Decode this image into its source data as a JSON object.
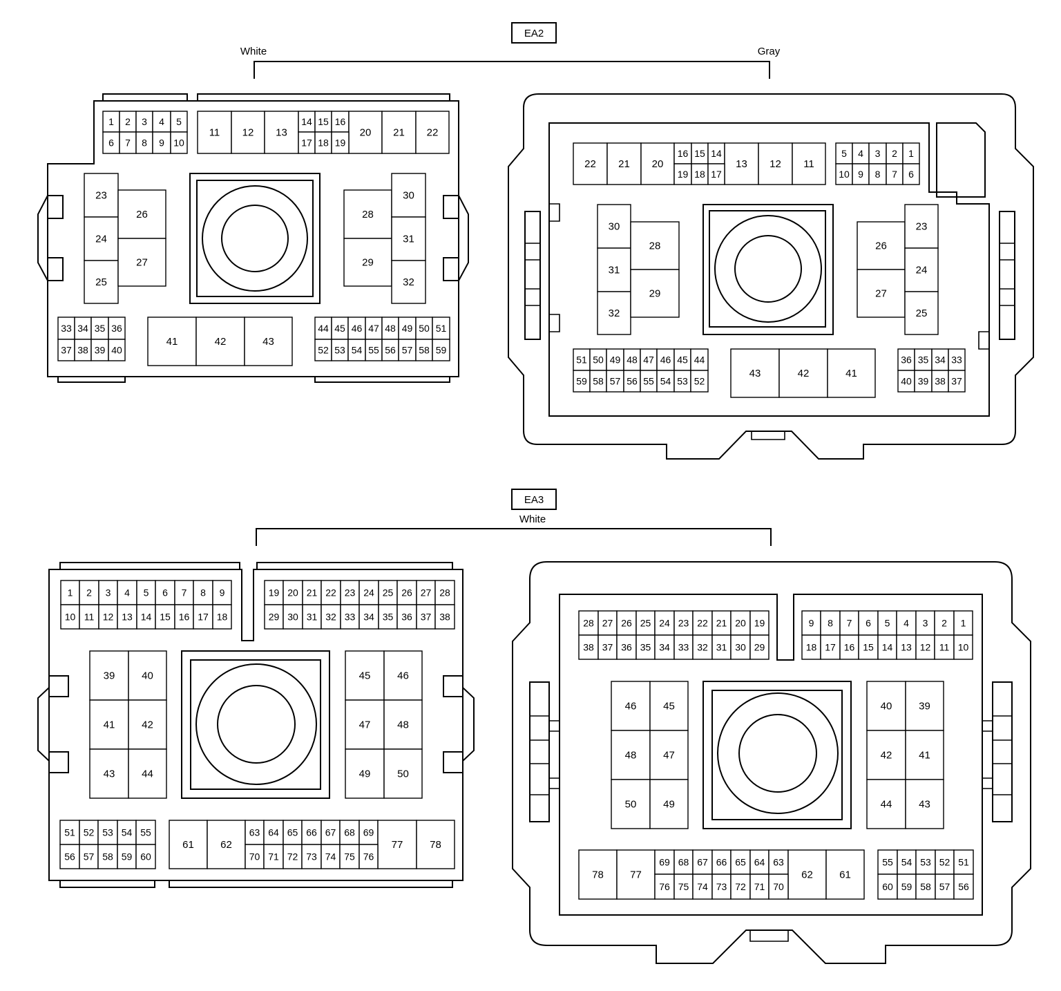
{
  "connectors": [
    {
      "code": "EA2",
      "colors": [
        "White",
        "Gray"
      ],
      "views": [
        {
          "side": "left",
          "rows": [
            [
              "1",
              "2",
              "3",
              "4",
              "5"
            ],
            [
              "6",
              "7",
              "8",
              "9",
              "10"
            ],
            [
              "11",
              "12",
              "13",
              "14",
              "15",
              "16",
              "20",
              "21",
              "22"
            ],
            [
              "17",
              "18",
              "19"
            ],
            [
              "23",
              "24",
              "25"
            ],
            [
              "26",
              "27"
            ],
            [
              "28",
              "29"
            ],
            [
              "30",
              "31",
              "32"
            ],
            [
              "33",
              "34",
              "35",
              "36"
            ],
            [
              "37",
              "38",
              "39",
              "40"
            ],
            [
              "41",
              "42",
              "43"
            ],
            [
              "44",
              "45",
              "46",
              "47",
              "48",
              "49",
              "50",
              "51"
            ],
            [
              "52",
              "53",
              "54",
              "55",
              "56",
              "57",
              "58",
              "59"
            ]
          ]
        },
        {
          "side": "right",
          "rows": [
            [
              "22",
              "21",
              "20",
              "16",
              "15",
              "14",
              "13",
              "12",
              "11"
            ],
            [
              "19",
              "18",
              "17"
            ],
            [
              "5",
              "4",
              "3",
              "2",
              "1"
            ],
            [
              "10",
              "9",
              "8",
              "7",
              "6"
            ],
            [
              "30",
              "31",
              "32"
            ],
            [
              "28",
              "29"
            ],
            [
              "26",
              "27"
            ],
            [
              "23",
              "24",
              "25"
            ],
            [
              "51",
              "50",
              "49",
              "48",
              "47",
              "46",
              "45",
              "44"
            ],
            [
              "59",
              "58",
              "57",
              "56",
              "55",
              "54",
              "53",
              "52"
            ],
            [
              "43",
              "42",
              "41"
            ],
            [
              "36",
              "35",
              "34",
              "33"
            ],
            [
              "40",
              "39",
              "38",
              "37"
            ]
          ]
        }
      ]
    },
    {
      "code": "EA3",
      "colors": [
        "White"
      ],
      "views": [
        {
          "side": "left",
          "rows": [
            [
              "1",
              "2",
              "3",
              "4",
              "5",
              "6",
              "7",
              "8",
              "9"
            ],
            [
              "10",
              "11",
              "12",
              "13",
              "14",
              "15",
              "16",
              "17",
              "18"
            ],
            [
              "19",
              "20",
              "21",
              "22",
              "23",
              "24",
              "25",
              "26",
              "27",
              "28"
            ],
            [
              "29",
              "30",
              "31",
              "32",
              "33",
              "34",
              "35",
              "36",
              "37",
              "38"
            ],
            [
              "39",
              "40",
              "41",
              "42",
              "43",
              "44"
            ],
            [
              "45",
              "46",
              "47",
              "48",
              "49",
              "50"
            ],
            [
              "51",
              "52",
              "53",
              "54",
              "55"
            ],
            [
              "56",
              "57",
              "58",
              "59",
              "60"
            ],
            [
              "61",
              "62",
              "63",
              "64",
              "65",
              "66",
              "67",
              "68",
              "69",
              "77",
              "78"
            ],
            [
              "70",
              "71",
              "72",
              "73",
              "74",
              "75",
              "76"
            ]
          ]
        },
        {
          "side": "right",
          "rows": [
            [
              "28",
              "27",
              "26",
              "25",
              "24",
              "23",
              "22",
              "21",
              "20",
              "19"
            ],
            [
              "38",
              "37",
              "36",
              "35",
              "34",
              "33",
              "32",
              "31",
              "30",
              "29"
            ],
            [
              "9",
              "8",
              "7",
              "6",
              "5",
              "4",
              "3",
              "2",
              "1"
            ],
            [
              "18",
              "17",
              "16",
              "15",
              "14",
              "13",
              "12",
              "11",
              "10"
            ],
            [
              "46",
              "45",
              "48",
              "47",
              "50",
              "49"
            ],
            [
              "40",
              "39",
              "42",
              "41",
              "44",
              "43"
            ],
            [
              "78",
              "77",
              "69",
              "68",
              "67",
              "66",
              "65",
              "64",
              "63",
              "62",
              "61"
            ],
            [
              "76",
              "75",
              "74",
              "73",
              "72",
              "71",
              "70"
            ],
            [
              "55",
              "54",
              "53",
              "52",
              "51"
            ],
            [
              "60",
              "59",
              "58",
              "57",
              "56"
            ]
          ]
        }
      ]
    }
  ]
}
